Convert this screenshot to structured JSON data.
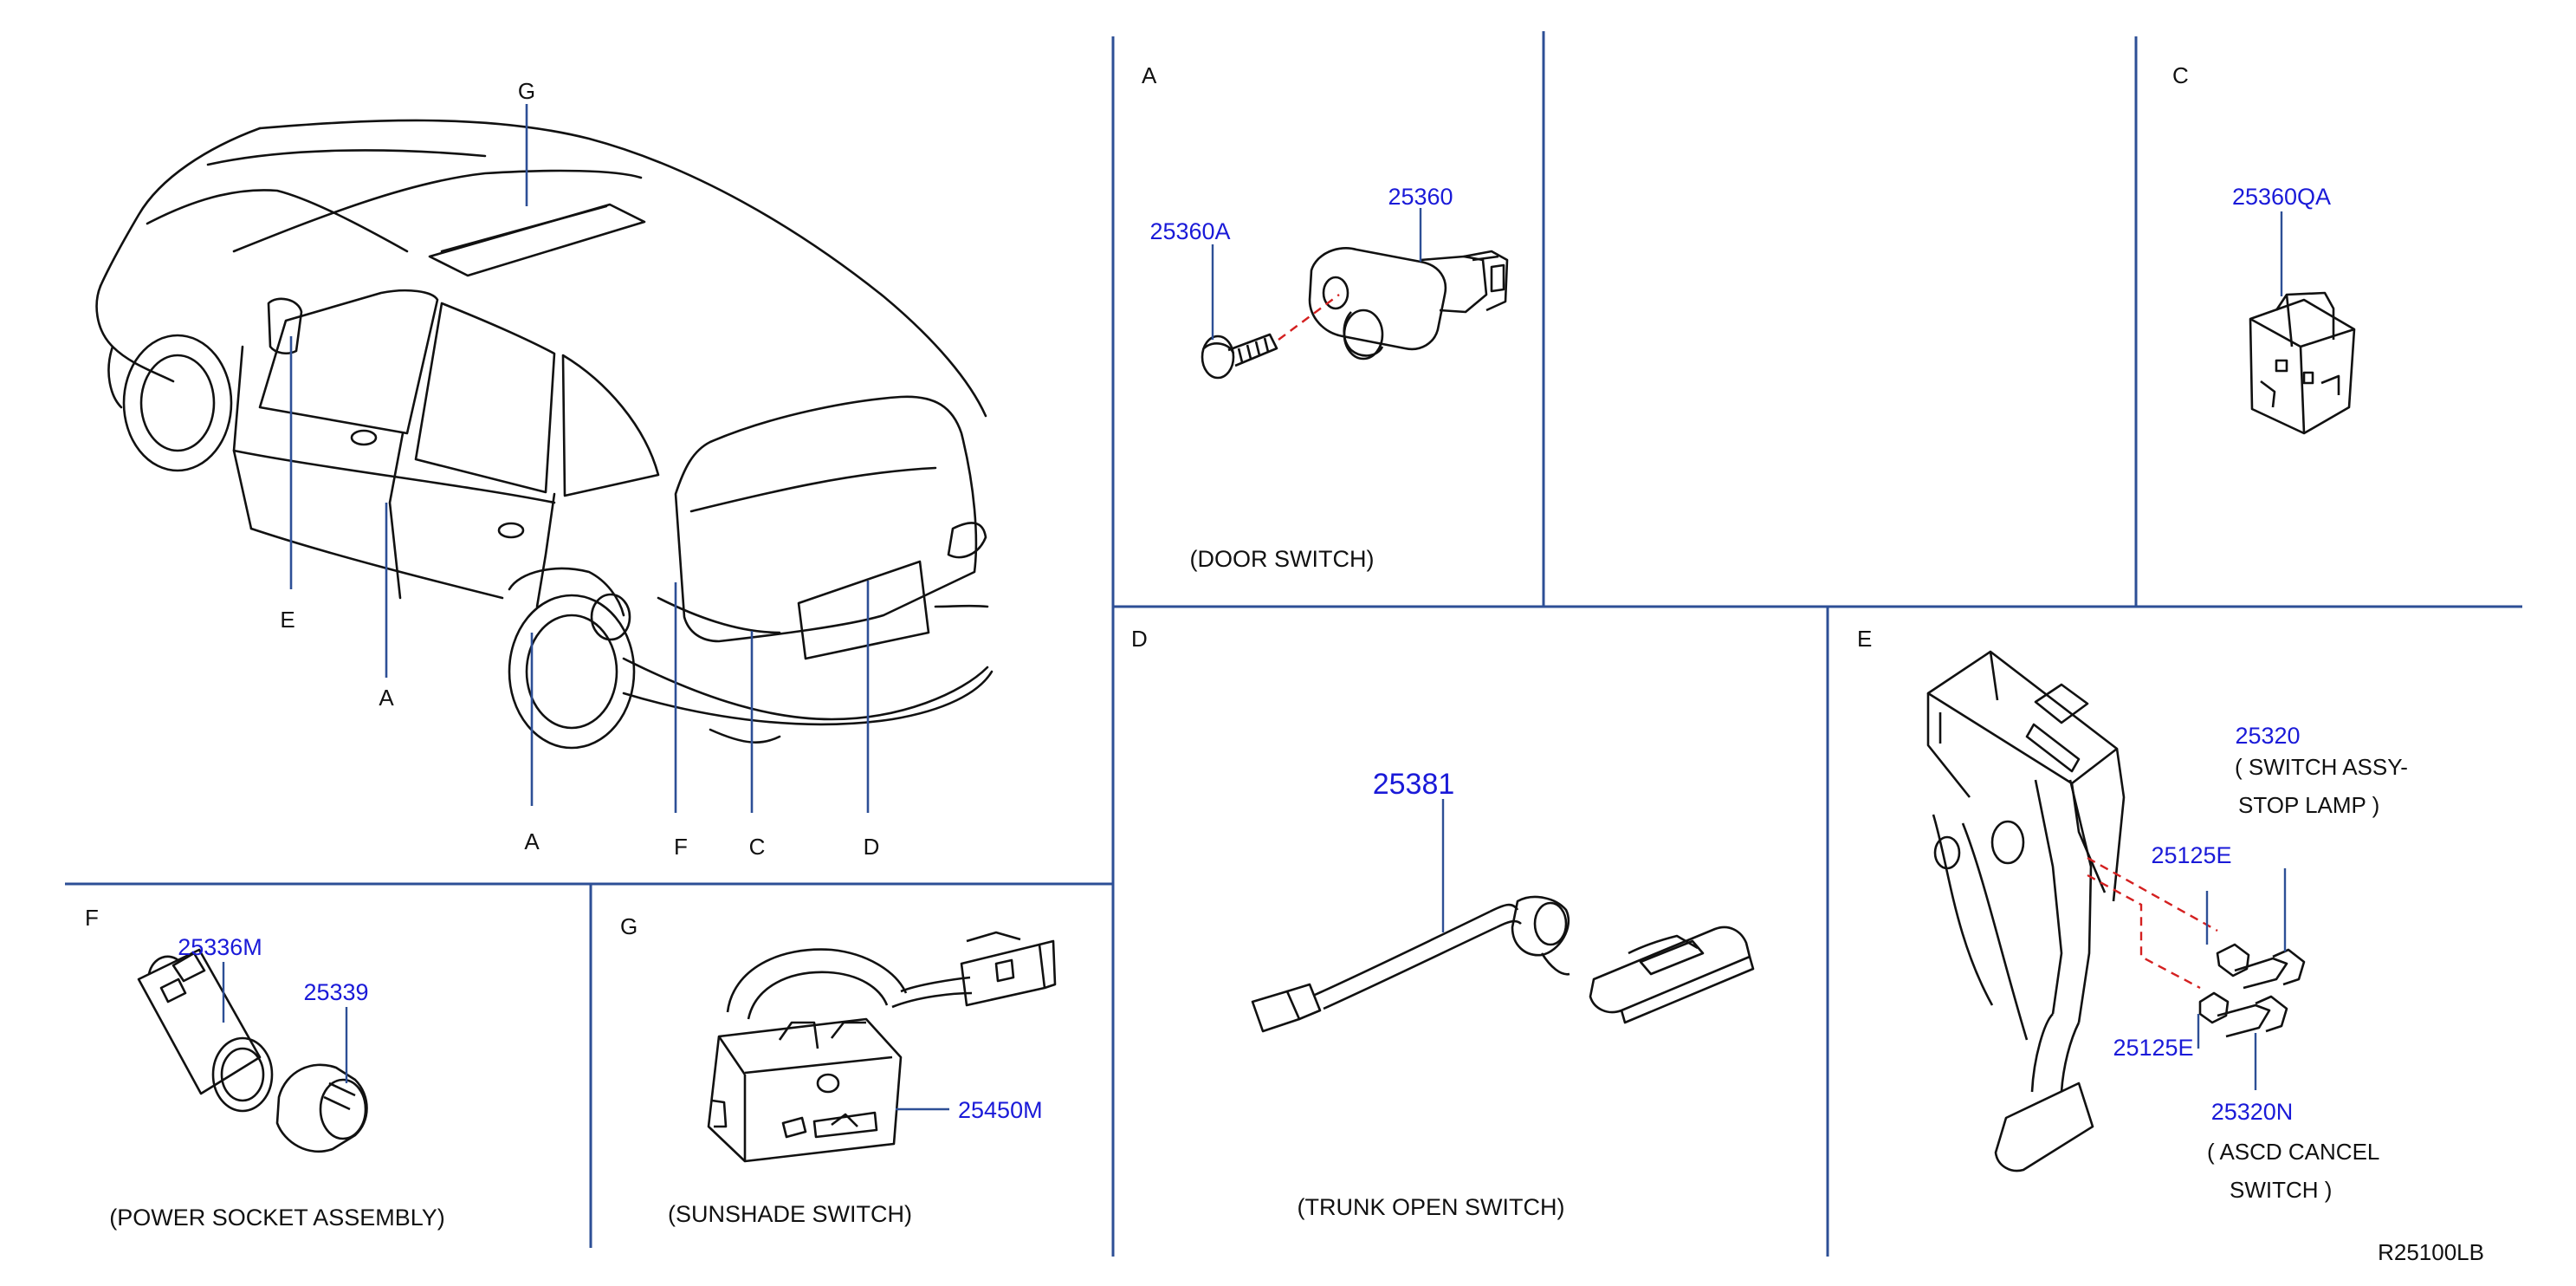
{
  "colors": {
    "divider": "#2d4f96",
    "part_number": "#1a1ad8",
    "line_art": "#111111",
    "guide_dashes": "#d42020"
  },
  "drawing_code": "R25100LB",
  "vehicle": {
    "callouts": {
      "g_roof": "G",
      "e_mirror": "E",
      "a_front_door": "A",
      "a_rear_door": "A",
      "f_quarter": "F",
      "c_tailgate": "C",
      "d_plate": "D"
    }
  },
  "sections": {
    "a": {
      "letter": "A",
      "caption": "(DOOR   SWITCH)",
      "parts": {
        "screw": "25360A",
        "switch": "25360"
      }
    },
    "c": {
      "letter": "C",
      "parts": {
        "switch": "25360QA"
      }
    },
    "d": {
      "letter": "D",
      "caption": "(TRUNK   OPEN   SWITCH)",
      "parts": {
        "switch": "25381"
      }
    },
    "e": {
      "letter": "E",
      "parts": {
        "stop_lamp": "25320",
        "stop_lamp_desc_1": "( SWITCH   ASSY-",
        "stop_lamp_desc_2": "STOP   LAMP )",
        "clip_upper": "25125E",
        "clip_lower": "25125E",
        "ascd": "25320N",
        "ascd_desc_1": "( ASCD   CANCEL",
        "ascd_desc_2": "SWITCH )"
      }
    },
    "f": {
      "letter": "F",
      "caption": "(POWER   SOCKET   ASSEMBLY)",
      "parts": {
        "socket": "25336M",
        "cap": "25339"
      }
    },
    "g": {
      "letter": "G",
      "caption": "(SUNSHADE   SWITCH)",
      "parts": {
        "switch": "25450M"
      }
    }
  }
}
